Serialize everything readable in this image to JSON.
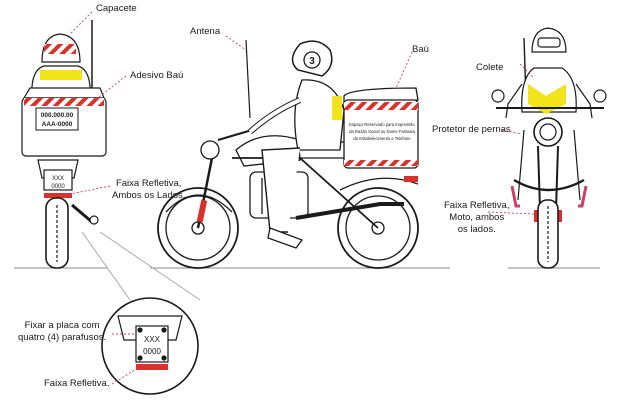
{
  "labels": {
    "helmet": "Capacete",
    "box_sticker": "Adesivo Baú",
    "antenna": "Antena",
    "box": "Baú",
    "vest": "Colete",
    "leg_protector": "Protetor de pernas",
    "reflective_both_sides_l1": "Faixa Refletiva,",
    "reflective_both_sides_l2": "Ambos os Lados.",
    "reflective_moto_l1": "Faixa Refletiva,",
    "reflective_moto_l2": "Moto, ambos",
    "reflective_moto_l3": "os lados.",
    "fix_plate_l1": "Fixar a placa com",
    "fix_plate_l2": "quatro (4) parafusos.",
    "reflective_strip": "Faixa Refletiva."
  },
  "box_sticker_text": {
    "line1": "000.000.00",
    "line2": "AAA-0000"
  },
  "box_side_text": {
    "line1": "Espaço Reservado para Impressão",
    "line2": "da Razão Social ou Nome Fantasia",
    "line3": "do Estabelecimento e Telefone"
  },
  "plate": {
    "line1": "XXX",
    "line2": "0000"
  },
  "helmet_number": "3",
  "colors": {
    "reflective_red": "#d9322b",
    "reflective_yellow": "#f2e31a",
    "callout_line": "#c9416a",
    "ink": "#1a1a1a"
  }
}
